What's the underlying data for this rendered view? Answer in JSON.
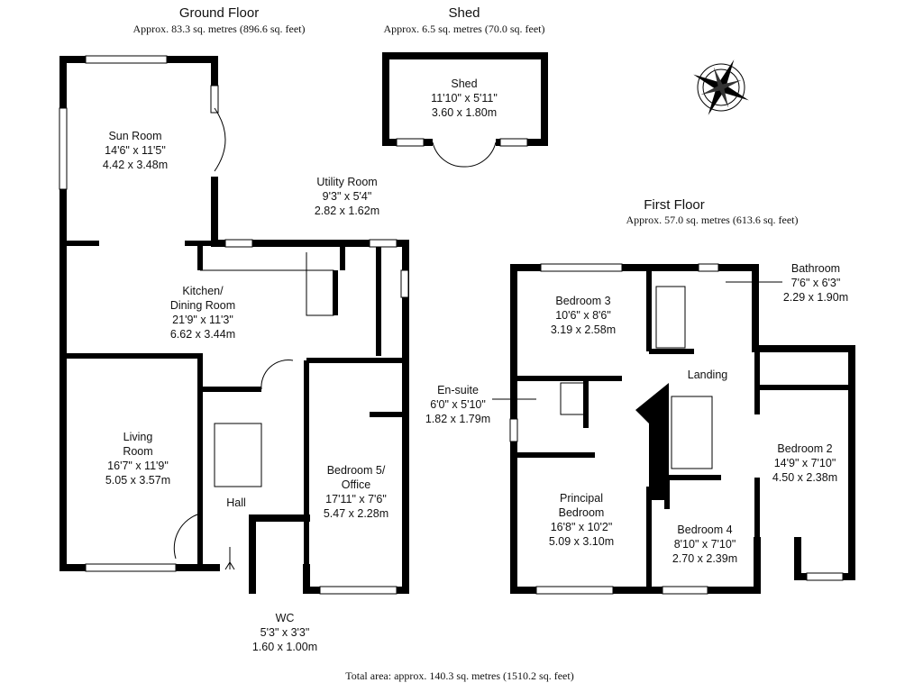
{
  "ground_floor": {
    "title": "Ground Floor",
    "area": "Approx. 83.3 sq. metres (896.6 sq. feet)",
    "rooms": [
      {
        "name": "Sun Room",
        "imperial": "14'6\" x 11'5\"",
        "metric": "4.42 x 3.48m"
      },
      {
        "name": "Utility Room",
        "imperial": "9'3\" x 5'4\"",
        "metric": "2.82 x 1.62m"
      },
      {
        "name": "Kitchen/",
        "name2": "Dining Room",
        "imperial": "21'9\" x 11'3\"",
        "metric": "6.62 x 3.44m"
      },
      {
        "name": "Living",
        "name2": "Room",
        "imperial": "16'7\" x 11'9\"",
        "metric": "5.05 x 3.57m"
      },
      {
        "name": "Hall"
      },
      {
        "name": "Bedroom 5/",
        "name2": "Office",
        "imperial": "17'11\" x 7'6\"",
        "metric": "5.47 x 2.28m"
      },
      {
        "name": "WC",
        "imperial": "5'3\" x 3'3\"",
        "metric": "1.60 x 1.00m"
      }
    ]
  },
  "shed": {
    "title": "Shed",
    "area": "Approx. 6.5 sq. metres (70.0 sq. feet)",
    "room": {
      "name": "Shed",
      "imperial": "11'10\" x 5'11\"",
      "metric": "3.60 x 1.80m"
    }
  },
  "first_floor": {
    "title": "First Floor",
    "area": "Approx. 57.0 sq. metres (613.6 sq. feet)",
    "rooms": [
      {
        "name": "Bedroom 3",
        "imperial": "10'6\" x 8'6\"",
        "metric": "3.19 x 2.58m"
      },
      {
        "name": "Bathroom",
        "imperial": "7'6\" x 6'3\"",
        "metric": "2.29 x 1.90m"
      },
      {
        "name": "Landing"
      },
      {
        "name": "En-suite",
        "imperial": "6'0\" x 5'10\"",
        "metric": "1.82 x 1.79m"
      },
      {
        "name": "Bedroom 2",
        "imperial": "14'9\" x 7'10\"",
        "metric": "4.50 x 2.38m"
      },
      {
        "name": "Principal",
        "name2": "Bedroom",
        "imperial": "16'8\" x 10'2\"",
        "metric": "5.09 x 3.10m"
      },
      {
        "name": "Bedroom 4",
        "imperial": "8'10\" x 7'10\"",
        "metric": "2.70 x 2.39m"
      }
    ]
  },
  "total_area": "Total area: approx. 140.3 sq. metres (1510.2 sq. feet)"
}
